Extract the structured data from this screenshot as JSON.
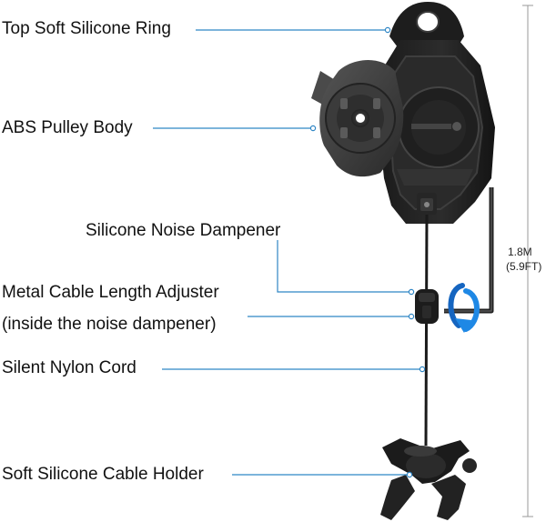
{
  "labels": {
    "top_ring": "Top Soft Silicone Ring",
    "pulley_body": "ABS Pulley Body",
    "noise_dampener": "Silicone Noise Dampener",
    "length_adjuster_line1": "Metal Cable Length Adjuster",
    "length_adjuster_line2": "(inside the noise dampener)",
    "nylon_cord": "Silent Nylon Cord",
    "cable_holder": "Soft Silicone Cable Holder"
  },
  "dimension": {
    "metric": "1.8M",
    "imperial": "(5.9FT)"
  },
  "colors": {
    "leader_line": "#2f86c5",
    "product_dark": "#1b1b1b",
    "product_mid": "#3a3a3a",
    "rotate_arrow": "#1e88e5",
    "dimension_line": "#9a9a9a"
  },
  "icons": {
    "rotate": "rotate-arrow-icon",
    "hex_key": "hex-key-icon"
  }
}
